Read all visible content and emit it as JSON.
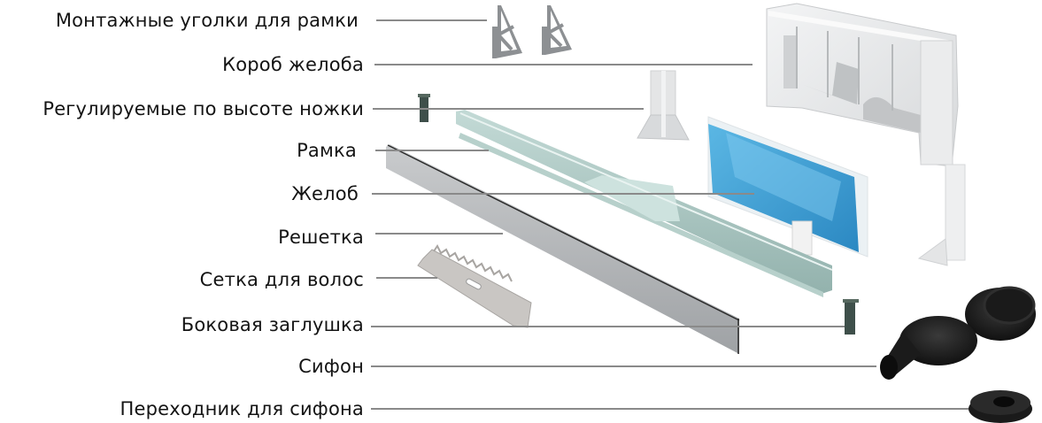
{
  "diagram": {
    "type": "exploded-parts-diagram",
    "subject": "linear shower drain kit components",
    "colors": {
      "text": "#141414",
      "leader_line": "#8a8a8a",
      "background": "#ffffff",
      "plastic_white": "#e6e7e8",
      "metal_gray": "#a9abad",
      "frame_green": "#a9c6c1",
      "gutter_blue": "#3aa0d4",
      "siphon_black": "#1e1e1e",
      "cap_dark_green": "#3e4f4a"
    }
  },
  "parts": [
    {
      "id": "mounting-corners",
      "label": "Монтажные уголки для рамки",
      "icon": "triangle-bracket-icon"
    },
    {
      "id": "gutter-box",
      "label": "Короб желоба",
      "icon": "box-housing-icon"
    },
    {
      "id": "adjustable-feet",
      "label": "Регулируемые по высоте ножки",
      "icon": "support-foot-icon"
    },
    {
      "id": "frame",
      "label": "Рамка",
      "icon": "frame-profile-icon"
    },
    {
      "id": "gutter",
      "label": "Желоб",
      "icon": "gutter-channel-icon"
    },
    {
      "id": "grate",
      "label": "Решетка",
      "icon": "grate-bar-icon"
    },
    {
      "id": "hair-strainer",
      "label": "Сетка для волос",
      "icon": "comb-strainer-icon"
    },
    {
      "id": "side-cap",
      "label": "Боковая заглушка",
      "icon": "end-cap-icon"
    },
    {
      "id": "siphon",
      "label": "Сифон",
      "icon": "siphon-icon"
    },
    {
      "id": "siphon-adapter",
      "label": "Переходник для сифона",
      "icon": "ring-adapter-icon"
    }
  ]
}
